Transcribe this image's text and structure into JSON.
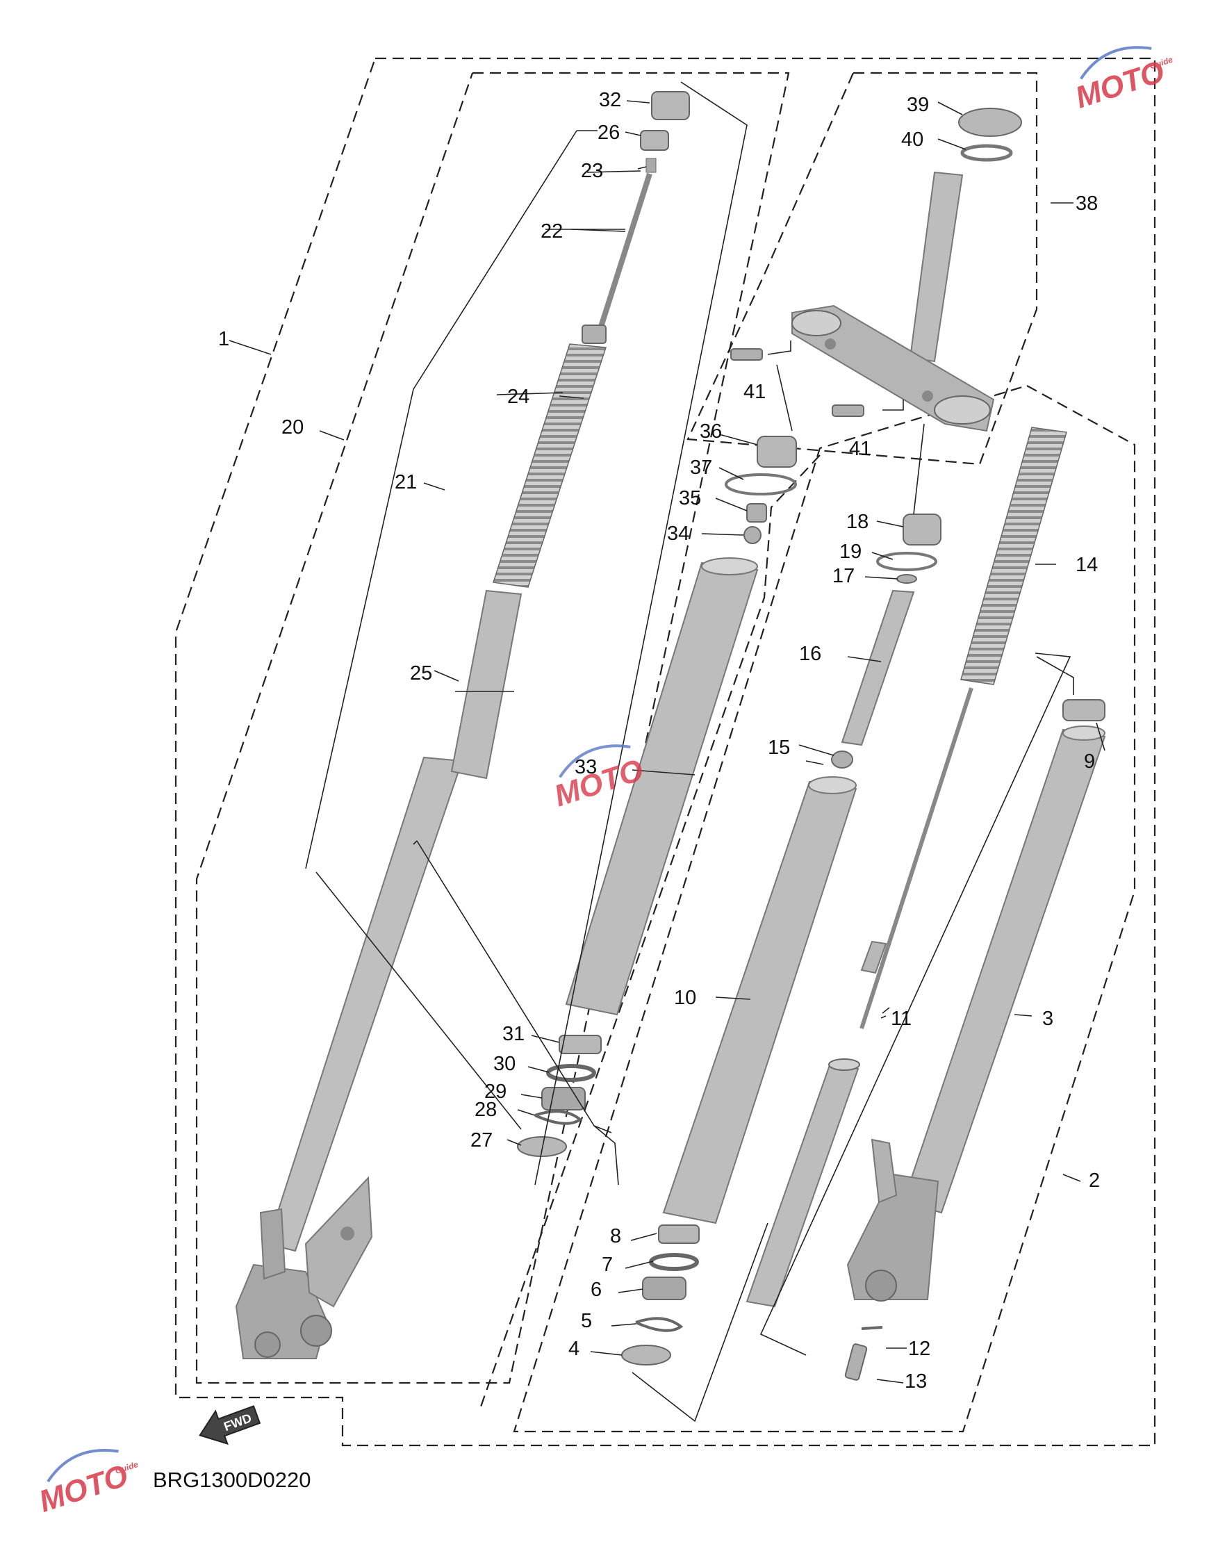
{
  "diagram": {
    "code": "BRG1300D0220",
    "fwd_label": "FWD",
    "watermark_text": "MOTO",
    "watermark_sub": "Guide",
    "colors": {
      "part_fill": "#bdbdbd",
      "part_dark": "#9a9a9a",
      "line": "#222222",
      "watermark_red": "#d9394a",
      "watermark_blue": "#5a78c8"
    },
    "labels": {
      "l1": "1",
      "l2": "2",
      "l3": "3",
      "l4": "4",
      "l5": "5",
      "l6": "6",
      "l7": "7",
      "l8": "8",
      "l9": "9",
      "l10": "10",
      "l11": "11",
      "l12": "12",
      "l13": "13",
      "l14": "14",
      "l15": "15",
      "l16": "16",
      "l17": "17",
      "l18": "18",
      "l19": "19",
      "l20": "20",
      "l21": "21",
      "l22": "22",
      "l23": "23",
      "l24": "24",
      "l25": "25",
      "l26": "26",
      "l27": "27",
      "l28": "28",
      "l29": "29",
      "l30": "30",
      "l31": "31",
      "l32": "32",
      "l33": "33",
      "l34": "34",
      "l35": "35",
      "l36": "36",
      "l37": "37",
      "l38": "38",
      "l39": "39",
      "l40": "40",
      "l41a": "41",
      "l41b": "41"
    }
  }
}
